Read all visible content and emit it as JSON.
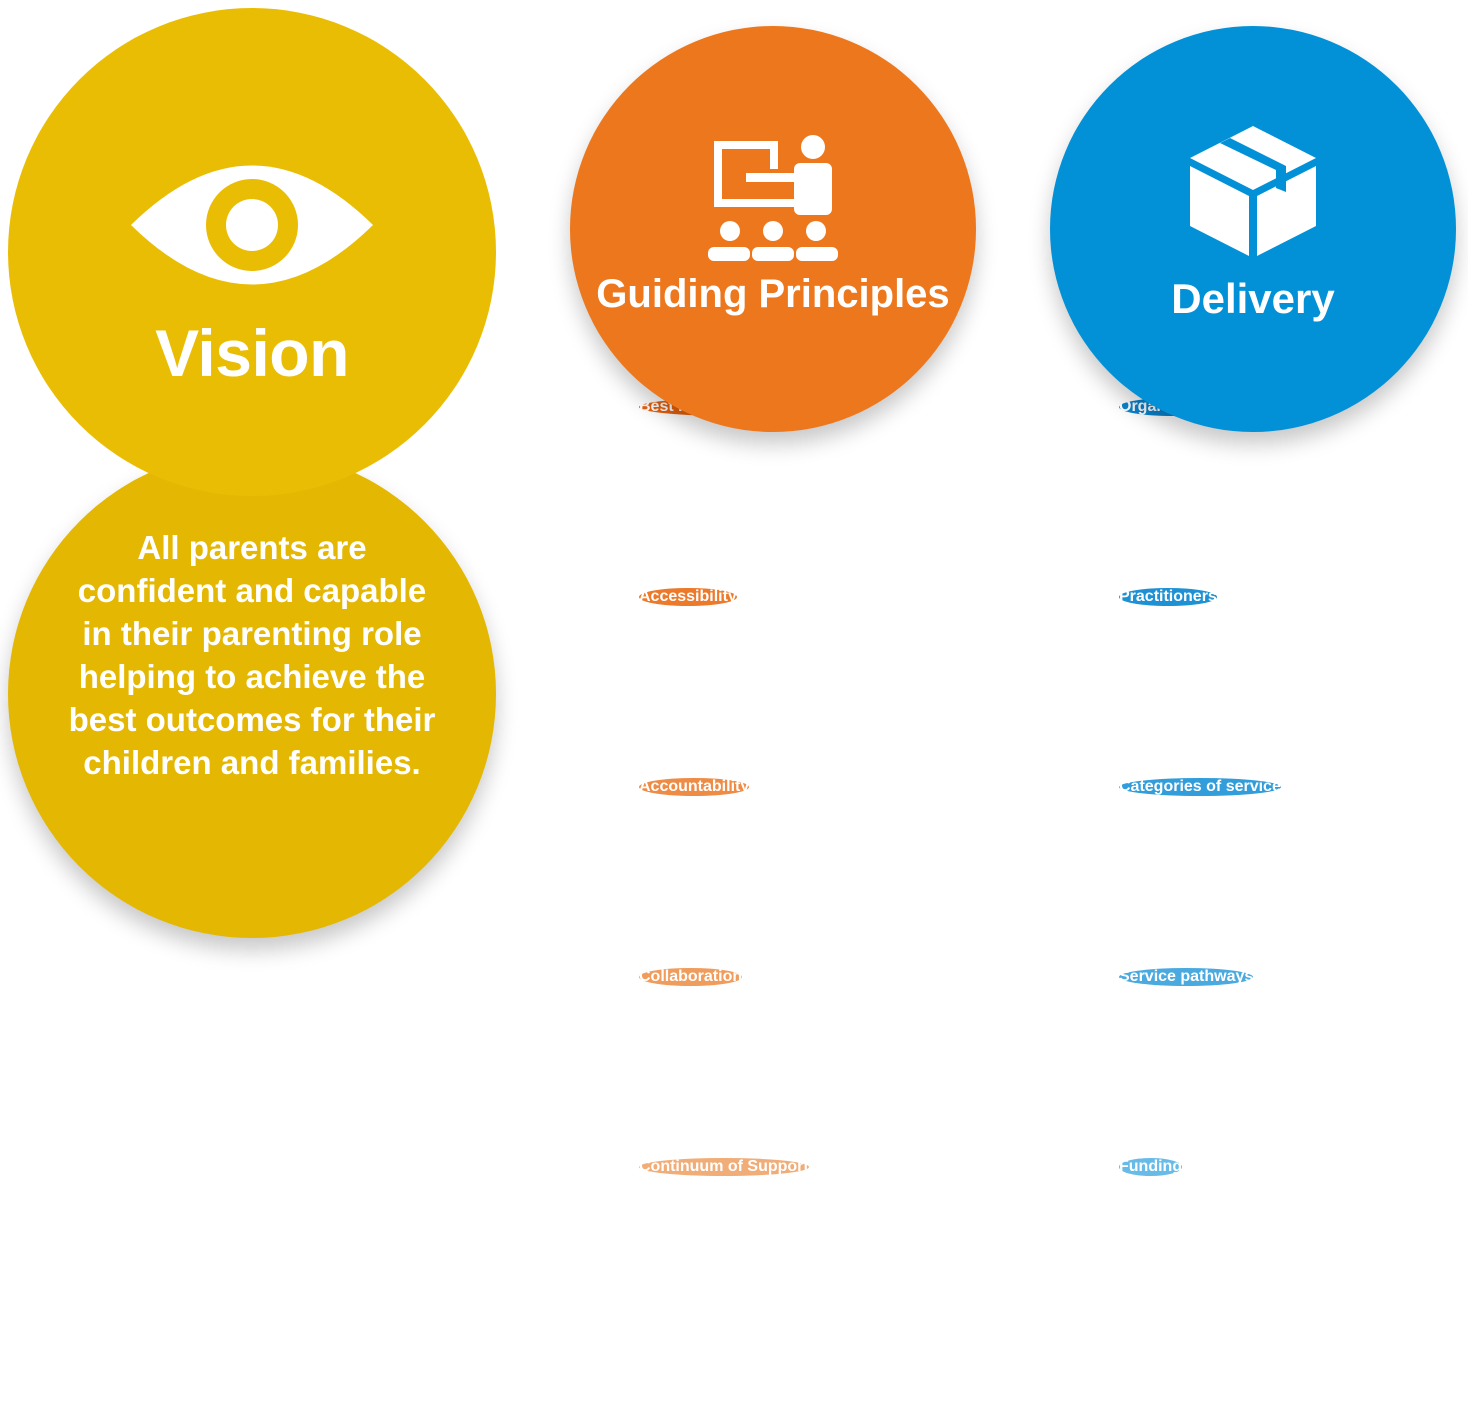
{
  "vision": {
    "title": "Vision",
    "icon": "eye-icon",
    "color": "#eabd05",
    "description": "All parents are confident and capable in their parenting role helping to achieve the best outcomes for their children and families."
  },
  "guiding_principles": {
    "title": "Guiding Principles",
    "icon": "teacher-presentation-icon",
    "color": "#ed771c",
    "items": [
      {
        "label": "Best interest of the child",
        "color": "#e8620c"
      },
      {
        "label": "Accessibility",
        "color": "#ec7a2a"
      },
      {
        "label": "Accountability",
        "color": "#ee8c45"
      },
      {
        "label": "Collaboration",
        "color": "#f09c5c"
      },
      {
        "label": "Continuum of Support",
        "color": "#f1ad78"
      }
    ]
  },
  "delivery": {
    "title": "Delivery",
    "icon": "box-package-icon",
    "color": "#0291d7",
    "items": [
      {
        "label": "Organisations",
        "color": "#0a84cf"
      },
      {
        "label": "Practitioners",
        "color": "#1e91d5"
      },
      {
        "label": "Categories of service",
        "color": "#319ddb"
      },
      {
        "label": "Service pathways",
        "color": "#4aaae0"
      },
      {
        "label": "Funding",
        "color": "#68bbe6"
      }
    ]
  }
}
